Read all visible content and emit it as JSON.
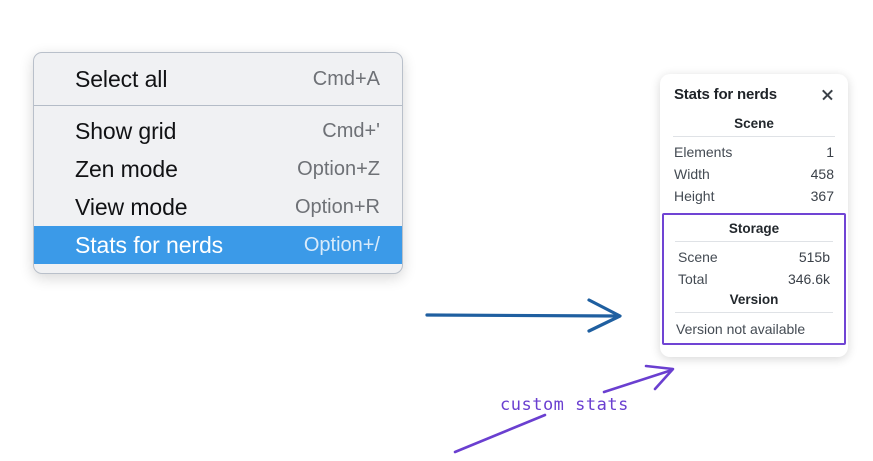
{
  "context_menu": {
    "groups": [
      {
        "items": [
          {
            "label": "Select all",
            "shortcut": "Cmd+A",
            "selected": false
          }
        ]
      },
      {
        "items": [
          {
            "label": "Show grid",
            "shortcut": "Cmd+'",
            "selected": false
          },
          {
            "label": "Zen mode",
            "shortcut": "Option+Z",
            "selected": false
          },
          {
            "label": "View mode",
            "shortcut": "Option+R",
            "selected": false
          },
          {
            "label": "Stats for nerds",
            "shortcut": "Option+/",
            "selected": true
          }
        ]
      }
    ],
    "highlight_color": "#3b9ae8"
  },
  "stats_panel": {
    "title": "Stats for nerds",
    "close_icon": "close-icon",
    "scene": {
      "heading": "Scene",
      "rows": [
        {
          "label": "Elements",
          "value": "1"
        },
        {
          "label": "Width",
          "value": "458"
        },
        {
          "label": "Height",
          "value": "367"
        }
      ]
    },
    "storage": {
      "heading": "Storage",
      "rows": [
        {
          "label": "Scene",
          "value": "515b"
        },
        {
          "label": "Total",
          "value": "346.6k"
        }
      ]
    },
    "version": {
      "heading": "Version",
      "text": "Version not available"
    },
    "highlight_border_color": "#7044d4"
  },
  "annotations": {
    "custom_stats_label": "custom stats",
    "arrow_color": "#1f5fa0",
    "marker_color": "#6a3fd0"
  }
}
